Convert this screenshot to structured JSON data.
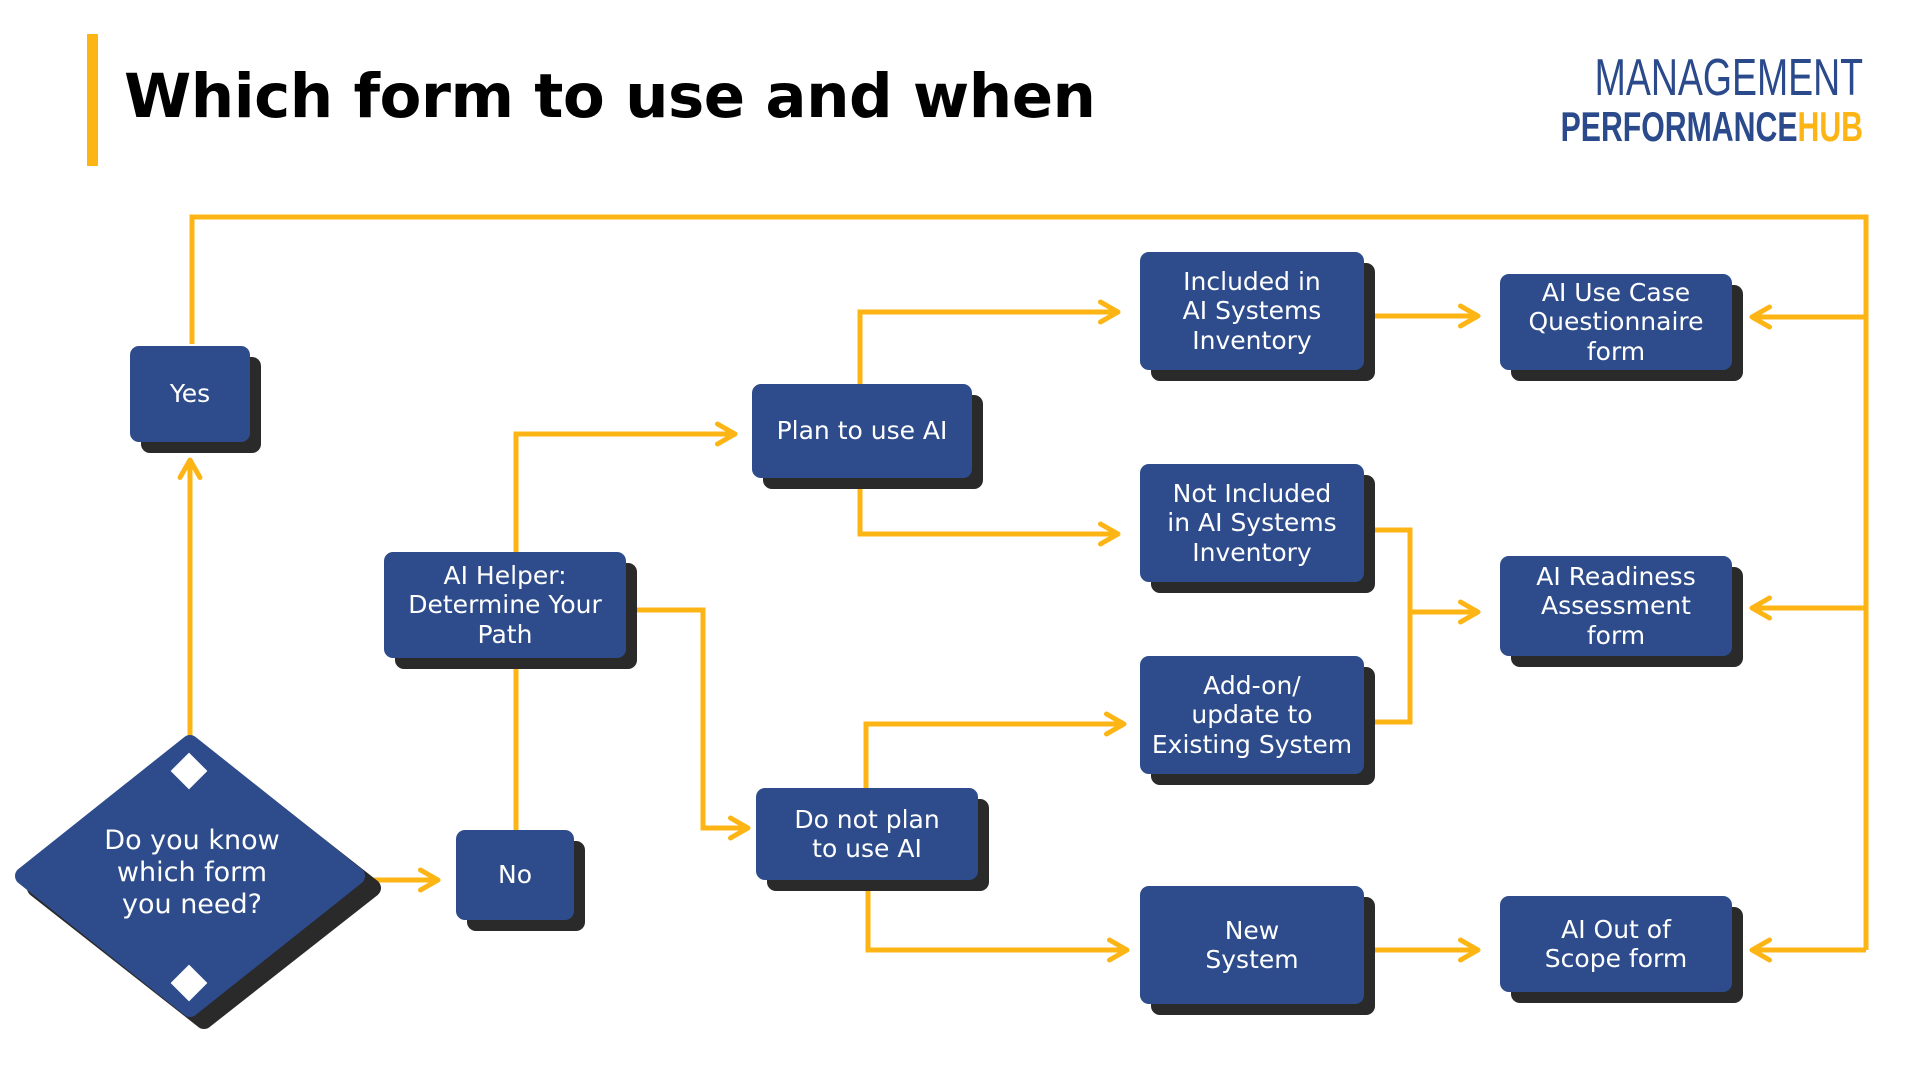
{
  "header": {
    "title": "Which form to use and when",
    "accent_color": "#FDB515"
  },
  "logo": {
    "line1": "MANAGEMENT",
    "line2_part1": "PERFORMANCE",
    "line2_part2": "HUB",
    "primary_color": "#2B4A8B",
    "accent_color": "#FDB515"
  },
  "colors": {
    "node_fill": "#2E4C8C",
    "node_shadow": "#2A2A2A",
    "connector": "#FDB515"
  },
  "nodes": {
    "start": "Do you know\nwhich form\nyou need?",
    "yes": "Yes",
    "no": "No",
    "ai_helper": "AI Helper:\nDetermine Your\nPath",
    "plan_ai": "Plan to use AI",
    "not_plan_ai": "Do not plan\nto use AI",
    "included": "Included in\nAI Systems\nInventory",
    "not_included": "Not Included\nin AI Systems\nInventory",
    "addon": "Add-on/\nupdate to\nExisting System",
    "new_system": "New\nSystem",
    "use_case_form": "AI Use Case\nQuestionnaire\nform",
    "readiness_form": "AI Readiness\nAssessment\nform",
    "out_of_scope_form": "AI Out of\nScope form"
  }
}
